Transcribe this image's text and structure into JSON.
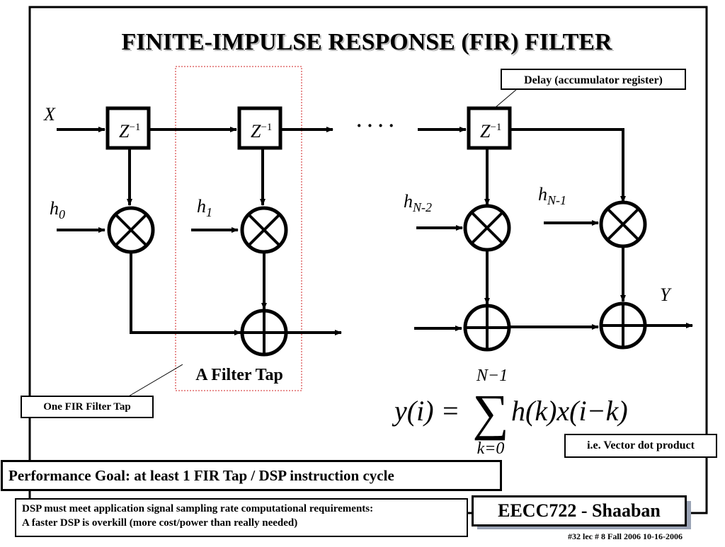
{
  "slide": {
    "title": "FINITE-IMPULSE RESPONSE (FIR) FILTER",
    "delay_callout": "Delay (accumulator register)",
    "input_label": "X",
    "output_label": "Y",
    "delay_base": "Z",
    "delay_exp": "−1",
    "dots": "· · · ·",
    "coef_h0_base": "h",
    "coef_h0_sub": "0",
    "coef_h1_base": "h",
    "coef_h1_sub": "1",
    "coef_hN2_base": "h",
    "coef_hN2_sub": "N-2",
    "coef_hN1_base": "h",
    "coef_hN1_sub": "N-1",
    "filter_tap_label": "A Filter Tap",
    "one_tap_callout": "One FIR Filter Tap",
    "formula": {
      "lhs": "y(i) =",
      "sigma": "∑",
      "upper": "N−1",
      "lower": "k=0",
      "rhs": "h(k)x(i−k)"
    },
    "vector_note": "i.e. Vector dot product",
    "performance_goal": "Performance Goal:  at least 1 FIR Tap / DSP instruction cycle",
    "requirement_line1": "DSP must meet application signal sampling rate computational requirements:",
    "requirement_line2": "A faster DSP is overkill (more cost/power than really needed)",
    "course_badge": "EECC722 - Shaaban",
    "footer": "#32   lec # 8    Fall 2006   10-16-2006"
  }
}
